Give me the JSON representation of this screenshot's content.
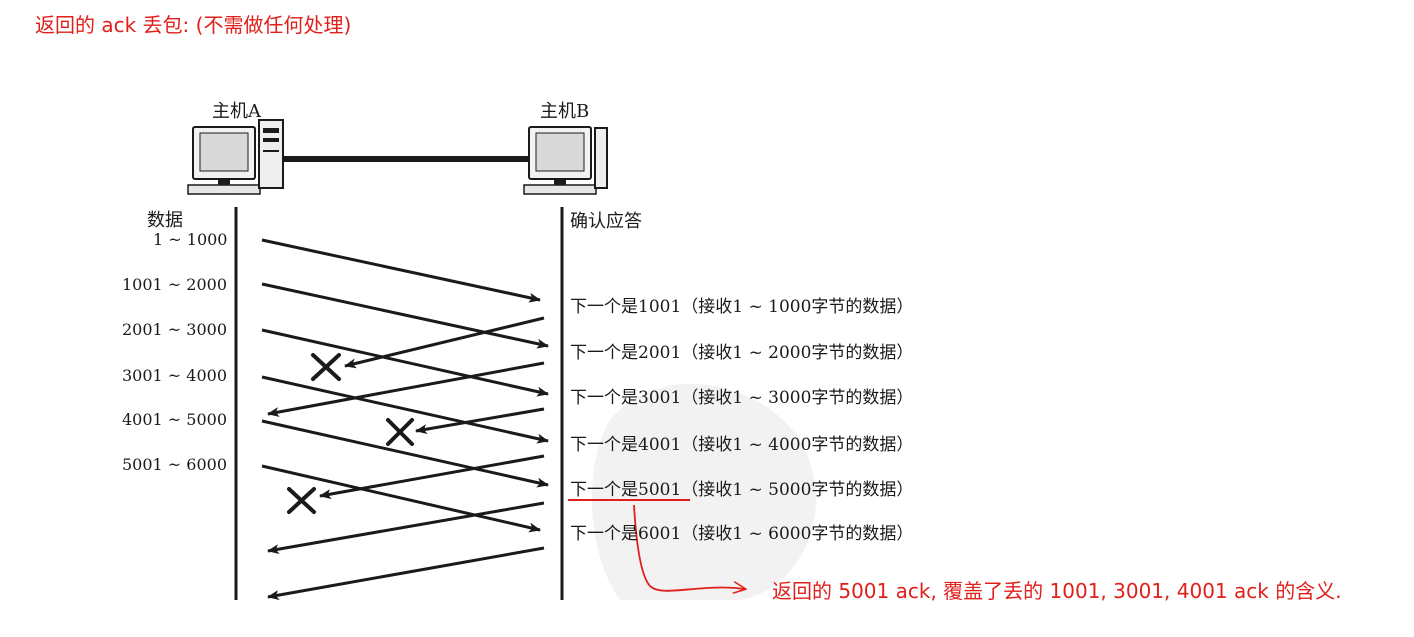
{
  "title": "返回的 ack 丢包: (不需做任何处理)",
  "host_a": "主机A",
  "host_b": "主机B",
  "column_a": "数据",
  "column_b": "确认应答",
  "segments": [
    "1 ~ 1000",
    "1001 ~ 2000",
    "2001 ~ 3000",
    "3001 ~ 4000",
    "4001 ~ 5000",
    "5001 ~ 6000"
  ],
  "acks": [
    "下一个是1001（接收1 ~ 1000字节的数据）",
    "下一个是2001（接收1 ~ 2000字节的数据）",
    "下一个是3001（接收1 ~ 3000字节的数据）",
    "下一个是4001（接收1 ~ 4000字节的数据）",
    "下一个是5001（接收1 ~ 5000字节的数据）",
    "下一个是6001（接收1 ~ 6000字节的数据）"
  ],
  "lost_acks": [
    "1001",
    "3001",
    "4001"
  ],
  "note": "返回的 5001 ack, 覆盖了丢的 1001, 3001, 4001 ack 的含义.",
  "colors": {
    "annotation": "#e0201b",
    "ink": "#1a1a1a",
    "monitor": "#d9d9d9"
  },
  "icons": [
    "computer-icon",
    "cross-icon"
  ]
}
